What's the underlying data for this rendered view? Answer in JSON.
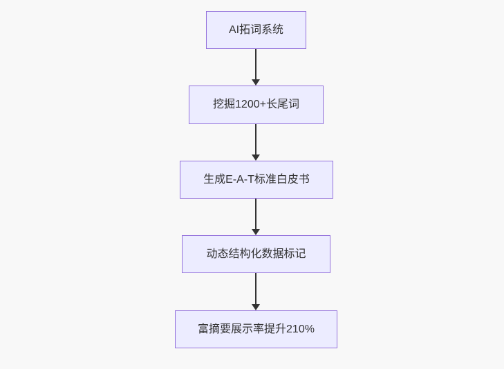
{
  "diagram": {
    "type": "flowchart",
    "direction": "top-down",
    "nodes": [
      {
        "id": "node-1",
        "label": "AI拓词系统"
      },
      {
        "id": "node-2",
        "label": "挖掘1200+长尾词"
      },
      {
        "id": "node-3",
        "label": "生成E-A-T标准白皮书"
      },
      {
        "id": "node-4",
        "label": "动态结构化数据标记"
      },
      {
        "id": "node-5",
        "label": "富摘要展示率提升210%"
      }
    ],
    "edges": [
      {
        "from": "node-1",
        "to": "node-2",
        "arrow": "down"
      },
      {
        "from": "node-2",
        "to": "node-3",
        "arrow": "down"
      },
      {
        "from": "node-3",
        "to": "node-4",
        "arrow": "down"
      },
      {
        "from": "node-4",
        "to": "node-5",
        "arrow": "down"
      }
    ]
  },
  "theme": {
    "background": "#f8f8f8",
    "node_fill": "#ececff",
    "node_border": "#9370db",
    "arrow": "#333333",
    "text": "#333333"
  }
}
